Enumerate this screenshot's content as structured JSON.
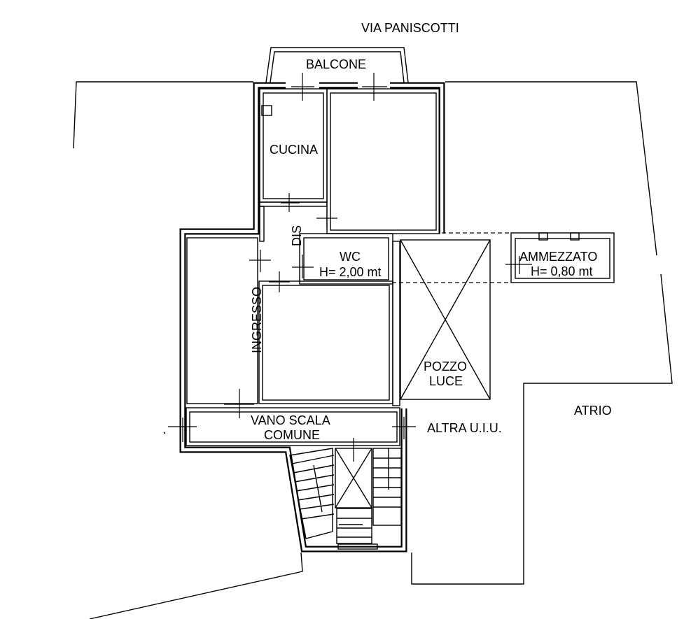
{
  "street": "VIA PANISCOTTI",
  "rooms": {
    "balcone": "BALCONE",
    "cucina": "CUCINA",
    "dis": "DIS",
    "wc": "WC",
    "wc_height": "H= 2,00 mt",
    "ingresso": "INGRESSO",
    "ammezzato": "AMMEZZATO",
    "ammezzato_height": "H= 0,80 mt",
    "pozzo_line1": "POZZO",
    "pozzo_line2": "LUCE",
    "vano_line1": "VANO SCALA",
    "vano_line2": "COMUNE",
    "altra": "ALTRA U.I.U.",
    "atrio": "ATRIO"
  }
}
